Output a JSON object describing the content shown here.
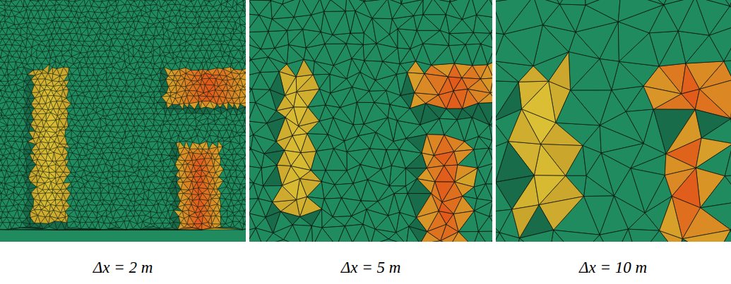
{
  "diagram": {
    "labels": [
      "Δx = 2 m",
      "Δx = 5 m",
      "Δx = 10 m"
    ]
  }
}
